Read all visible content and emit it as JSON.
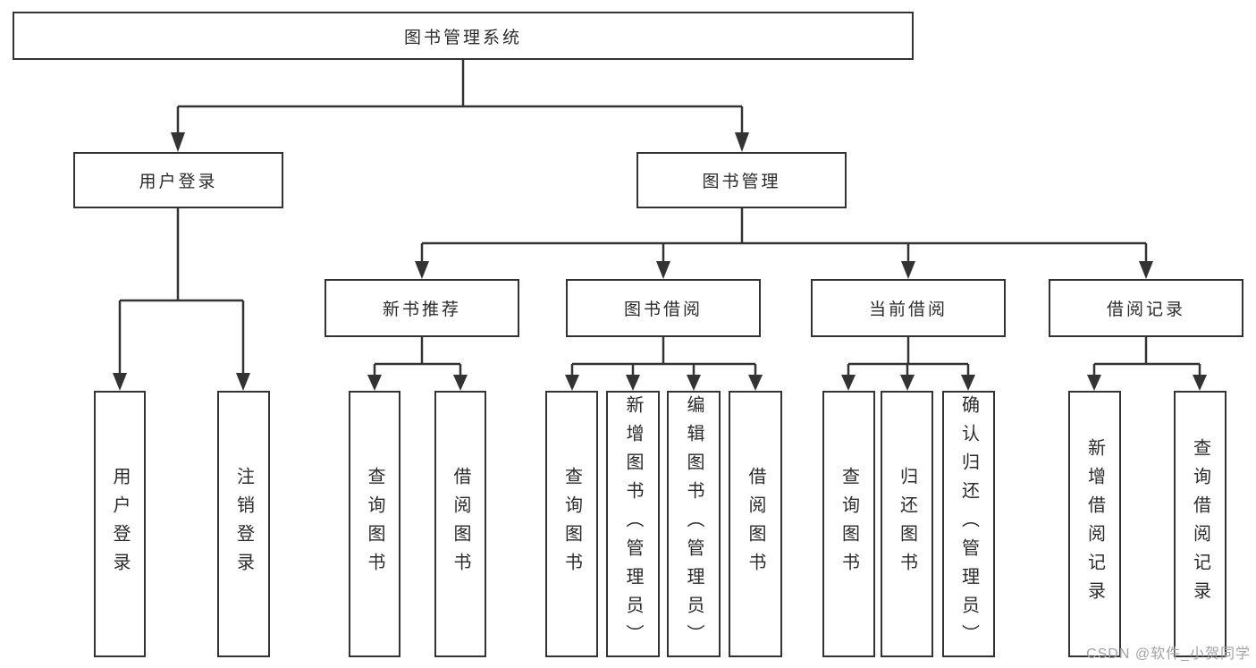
{
  "tree": {
    "root": {
      "label": "图书管理系统",
      "children": [
        {
          "label": "用户登录",
          "children": [
            {
              "label": "用户登录"
            },
            {
              "label": "注销登录"
            }
          ]
        },
        {
          "label": "图书管理",
          "children": [
            {
              "label": "新书推荐",
              "children": [
                {
                  "label": "查询图书"
                },
                {
                  "label": "借阅图书"
                }
              ]
            },
            {
              "label": "图书借阅",
              "children": [
                {
                  "label": "查询图书"
                },
                {
                  "label": "新增图书（管理员）"
                },
                {
                  "label": "编辑图书（管理员）"
                },
                {
                  "label": "借阅图书"
                }
              ]
            },
            {
              "label": "当前借阅",
              "children": [
                {
                  "label": "查询图书"
                },
                {
                  "label": "归还图书"
                },
                {
                  "label": "确认归还（管理员）"
                }
              ]
            },
            {
              "label": "借阅记录",
              "children": [
                {
                  "label": "新增借阅记录"
                },
                {
                  "label": "查询借阅记录"
                }
              ]
            }
          ]
        }
      ]
    }
  },
  "watermark": {
    "text": "CSDN @软件_小贺同学"
  },
  "colors": {
    "line": "#333333",
    "box_border": "#333333",
    "box_fill": "#ffffff",
    "text": "#2b2b2b",
    "watermark": "#a2a2a8",
    "background": "#ffffff"
  }
}
